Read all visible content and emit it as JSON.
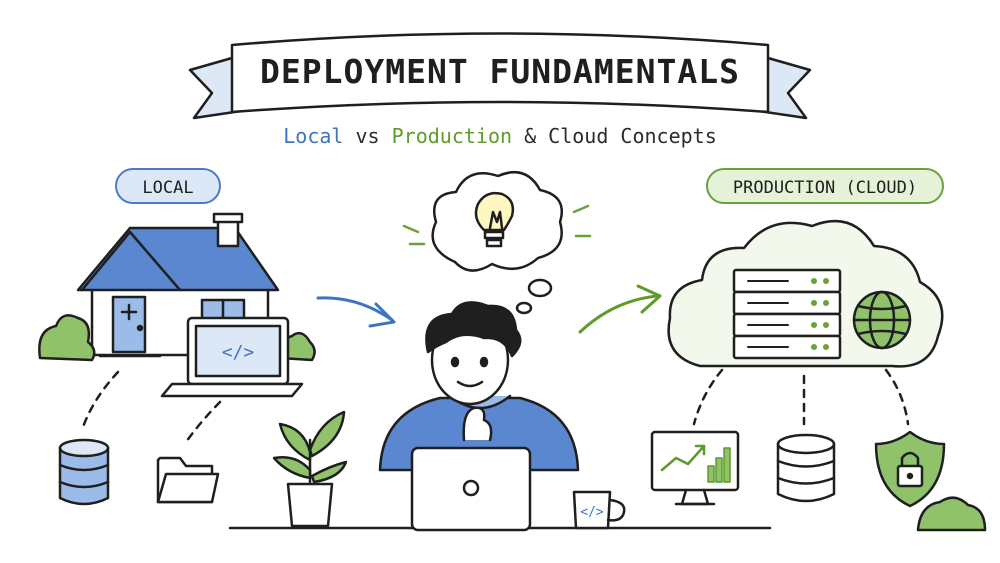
{
  "title": "DEPLOYMENT FUNDAMENTALS",
  "subtitle": {
    "part1": "Local",
    "part2": " vs ",
    "part3": "Production",
    "part4": " & Cloud Concepts"
  },
  "labels": {
    "local": "LOCAL",
    "production": "PRODUCTION (CLOUD)"
  },
  "icons": {
    "laptop_code": "</>",
    "mug_code": "</>"
  },
  "colors": {
    "local_blue": "#4a7bc8",
    "production_green": "#6aa23a",
    "ink": "#1f1f1f"
  }
}
